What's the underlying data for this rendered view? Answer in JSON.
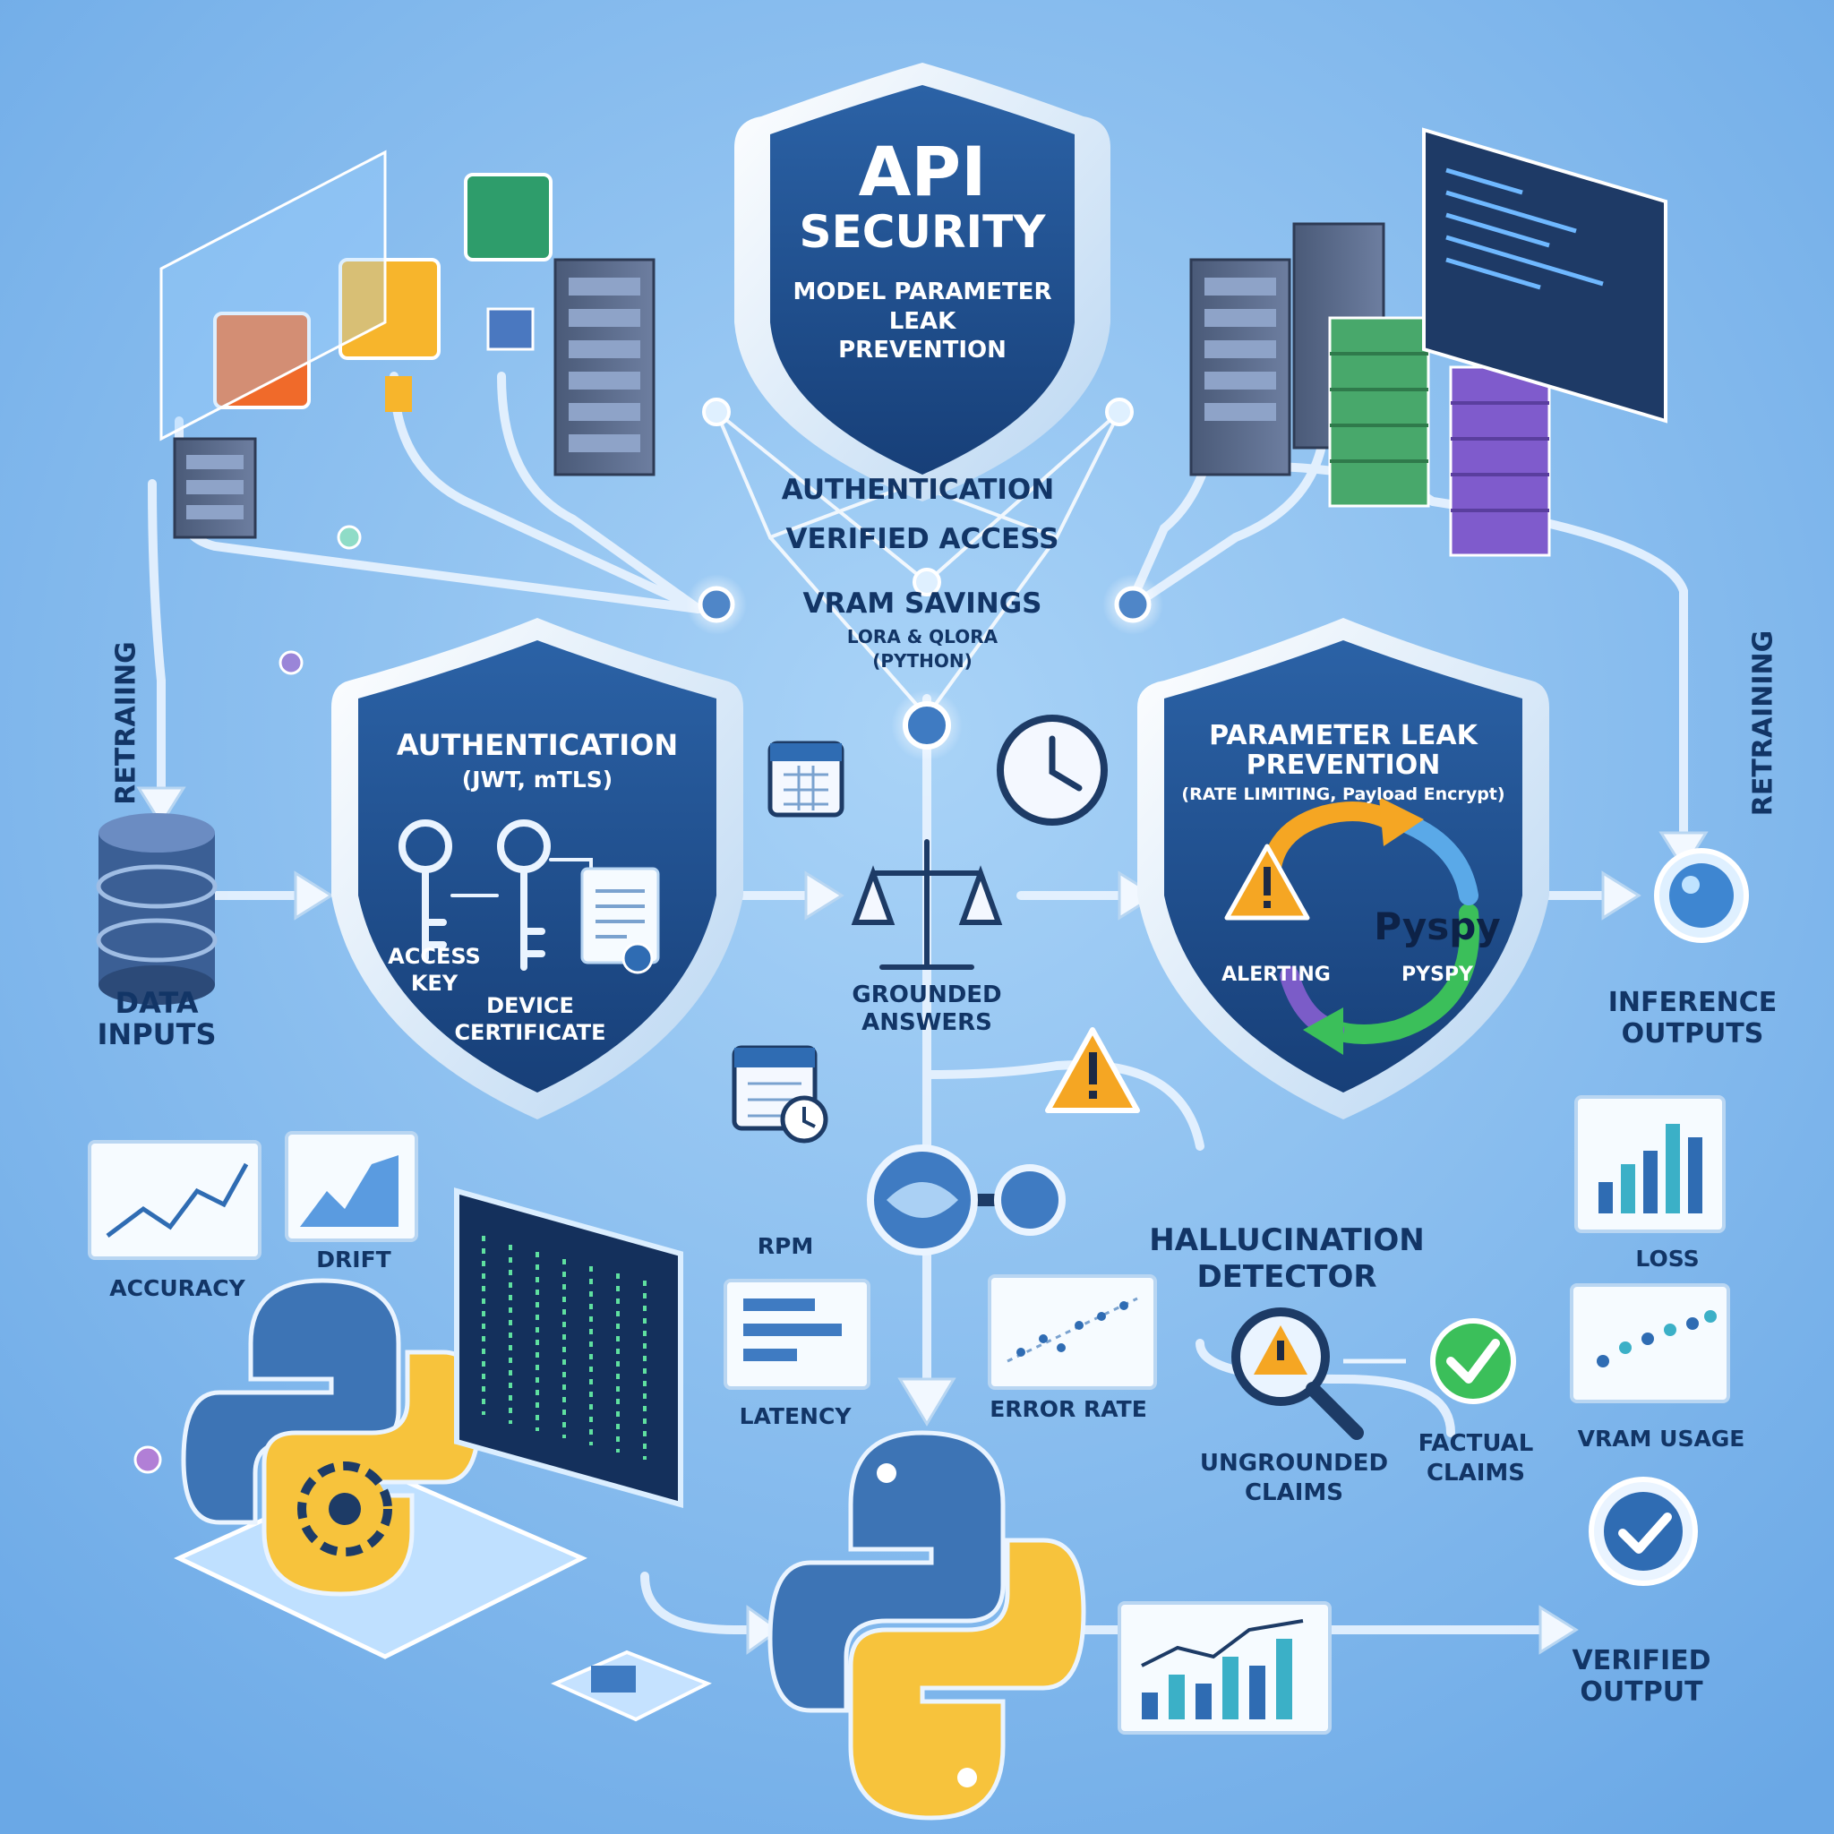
{
  "colors": {
    "background": "#7fb8ec",
    "shield_dark": "#1d4f8c",
    "shield_rim": "#e6f1fb",
    "line": "#eaf4ff",
    "text": "#123566",
    "python_blue": "#3d74b5",
    "python_yellow": "#f7c33c",
    "warning": "#f5a623",
    "success": "#3bbf5a"
  },
  "header_shield": {
    "title": "API",
    "subtitle": "SECURITY",
    "line1": "MODEL PARAMETER",
    "line2": "LEAK",
    "line3": "PREVENTION"
  },
  "center_list": {
    "item1": "AUTHENTICATION",
    "item2": "VERIFIED ACCESS",
    "item3": "VRAM SAVINGS",
    "item3_sub1": "LORA & QLORA",
    "item3_sub2": "(PYTHON)"
  },
  "auth_shield": {
    "title": "AUTHENTICATION",
    "subtitle": "(JWT, mTLS)",
    "access_key_line1": "ACCESS",
    "access_key_line2": "KEY",
    "device_line1": "DEVICE",
    "device_line2": "CERTIFICATE"
  },
  "leak_shield": {
    "title_line1": "PARAMETER LEAK",
    "title_line2": "PREVENTION",
    "subtitle": "(RATE LIMITING, Payload Encrypt)",
    "pyspy_logo": "Pyspy",
    "alerting": "ALERTING",
    "pyspy": "PYSPY"
  },
  "flow": {
    "retraining_left": "RETRAIING",
    "retraining_right": "RETRAINING",
    "data_inputs_line1": "DATA",
    "data_inputs_line2": "INPUTS",
    "grounded_line1": "GROUNDED",
    "grounded_line2": "ANSWERS",
    "inference_line1": "INFERENCE",
    "inference_line2": "OUTPUTS",
    "verified_line1": "VERIFIED",
    "verified_line2": "OUTPUT"
  },
  "metrics": {
    "accuracy": "ACCURACY",
    "drift": "DRIFT",
    "rpm": "RPM",
    "latency": "LATENCY",
    "error_rate": "ERROR RATE",
    "loss": "LOSS",
    "vram_usage": "VRAM USAGE"
  },
  "hallucination": {
    "title_line1": "HALLUCINATION",
    "title_line2": "DETECTOR",
    "ungrounded_line1": "UNGROUNDED",
    "ungrounded_line2": "CLAIMS",
    "factual_line1": "FACTUAL",
    "factual_line2": "CLAIMS"
  }
}
